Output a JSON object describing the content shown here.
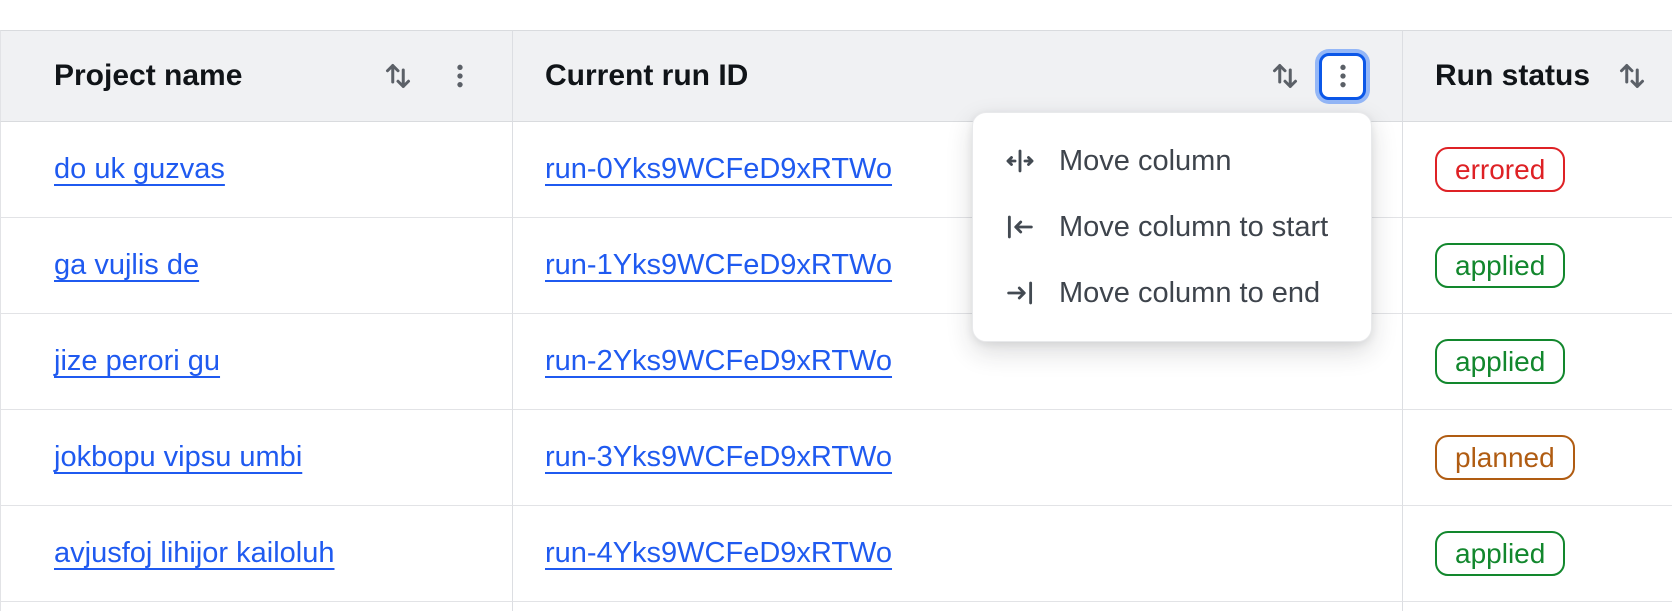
{
  "table": {
    "columns": [
      {
        "label": "Project name",
        "sort_icon": "swap-vertical-icon",
        "menu_icon": "more-options-icon"
      },
      {
        "label": "Current run ID",
        "sort_icon": "swap-vertical-icon",
        "menu_icon": "more-options-icon"
      },
      {
        "label": "Run status",
        "sort_icon": "swap-vertical-icon"
      }
    ],
    "rows": [
      {
        "project": "do uk guzvas",
        "run_id": "run-0Yks9WCFeD9xRTWo",
        "status": "errored",
        "status_class": "errored"
      },
      {
        "project": "ga vujlis de",
        "run_id": "run-1Yks9WCFeD9xRTWo",
        "status": "applied",
        "status_class": "applied"
      },
      {
        "project": "jize perori gu",
        "run_id": "run-2Yks9WCFeD9xRTWo",
        "status": "applied",
        "status_class": "applied"
      },
      {
        "project": "jokbopu vipsu umbi",
        "run_id": "run-3Yks9WCFeD9xRTWo",
        "status": "planned",
        "status_class": "planned"
      },
      {
        "project": "avjusfoj lihijor kailoluh",
        "run_id": "run-4Yks9WCFeD9xRTWo",
        "status": "applied",
        "status_class": "applied"
      }
    ]
  },
  "menu": {
    "items": [
      {
        "label": "Move column",
        "icon": "move-column-icon"
      },
      {
        "label": "Move column to start",
        "icon": "move-column-to-start-icon"
      },
      {
        "label": "Move column to end",
        "icon": "move-column-to-end-icon"
      }
    ]
  },
  "colors": {
    "link": "#1f5af0",
    "focus_ring": "#0b57e8",
    "header_bg": "#f0f1f3",
    "status_errored": "#de2125",
    "status_applied": "#12872d",
    "status_planned": "#b05c12"
  }
}
